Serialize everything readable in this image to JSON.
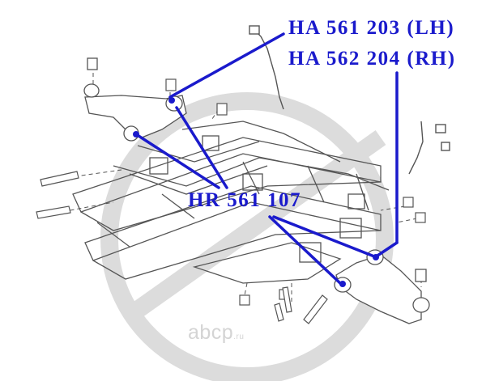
{
  "labels": {
    "lh": "HA 561 203 (LH)",
    "rh": "HA 562 204 (RH)",
    "hr": "HR 561 107"
  },
  "watermark": {
    "brand": "abcp",
    "tld": ".ru"
  },
  "colors": {
    "label": "#1a1acc",
    "pointer": "#1a1acc",
    "linework": "#555555",
    "watermark": "#d4d4d4"
  }
}
